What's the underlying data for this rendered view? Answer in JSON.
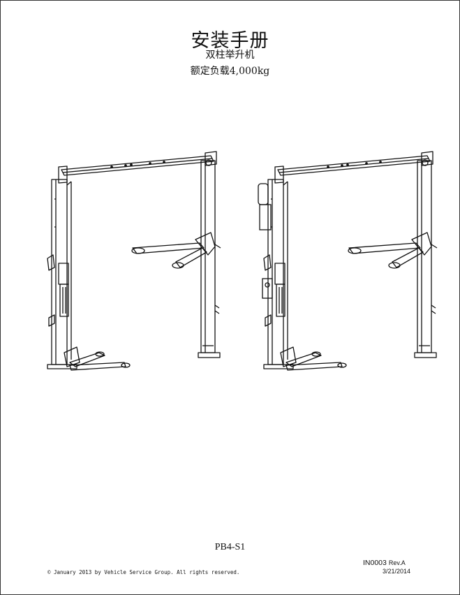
{
  "document": {
    "title": "安装手册",
    "subtitle": "双柱举升机",
    "capacity": "额定负载4,000kg"
  },
  "illustration": {
    "subject": "two-post-lift-drawings",
    "count": 2,
    "line_color": "#111111"
  },
  "footer": {
    "model_code": "PB4-S1",
    "copyright": "© January 2013 by Vehicle Service Group.  All rights reserved.",
    "doc_number": "IN0003",
    "revision": "Rev.A",
    "date": "3/21/2014"
  }
}
